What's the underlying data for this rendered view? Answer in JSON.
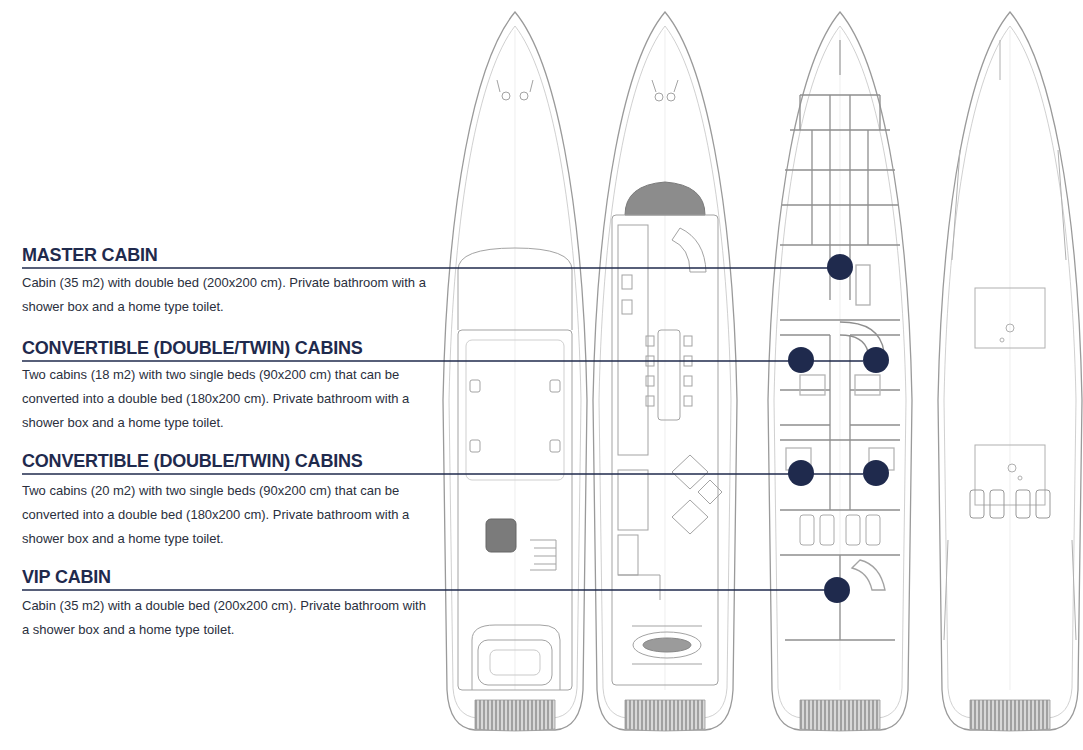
{
  "diagram": {
    "labels": [
      "MASTER CABIN",
      "Cabin (35 m2) with double bed (200x200 cm). Private bathroom with a shower box and a home type toilet.",
      "CONVERTIBLE (DOUBLE/TWIN) CABINS",
      "Two cabins (18 m2) with two single beds (90x200 cm) that can be converted into a double bed (180x200 cm). Private bathroom with a shower box and a home type toilet.",
      "CONVERTIBLE (DOUBLE/TWIN) CABINS",
      "Two cabins (20 m2) with two single beds (90x200 cm) that can be converted into a double bed (180x200 cm). Private bathroom with a shower box and a home type toilet.",
      "VIP CABIN",
      "Cabin (35 m2) with a double bed (200x200 cm). Private bathroom with a shower box and a home type toilet."
    ]
  }
}
